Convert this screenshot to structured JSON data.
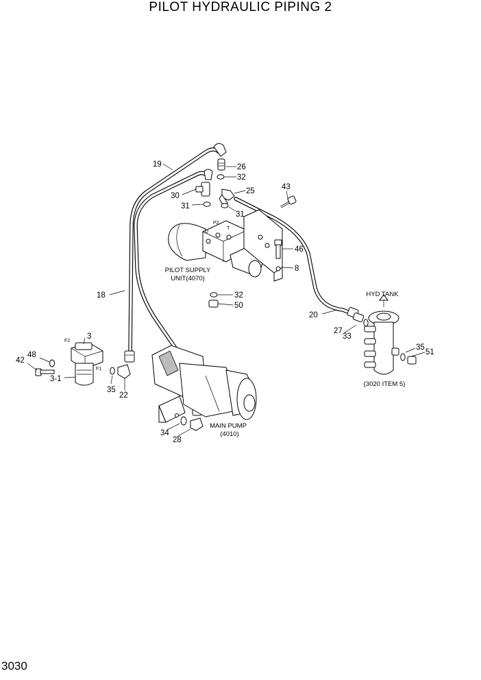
{
  "title": "PILOT HYDRAULIC PIPING 2",
  "page_number": "3030",
  "captions": {
    "pilot_supply_line1": "PILOT SUPPLY",
    "pilot_supply_line2": "UNIT(4070)",
    "hyd_tank": "HYD TANK",
    "tank_ref": "(3020 ITEM 5)",
    "main_pump_line1": "MAIN PUMP",
    "main_pump_line2": "(4010)"
  },
  "port_marks": {
    "u": "U",
    "p2": "P2",
    "t": "T",
    "f1": "F1",
    "f2": "F2"
  },
  "callouts": {
    "c19": "19",
    "c26": "26",
    "c32a": "32",
    "c25": "25",
    "c30": "30",
    "c31a": "31",
    "c31b": "31",
    "c43": "43",
    "c46": "46",
    "c8": "8",
    "c18": "18",
    "c32b": "32",
    "c50": "50",
    "c20": "20",
    "c27": "27",
    "c33": "33",
    "c35a": "35",
    "c51": "51",
    "c3": "3",
    "c48": "48",
    "c42": "42",
    "c3_1": "3-1",
    "c35b": "35",
    "c22": "22",
    "c34": "34",
    "c28": "28"
  }
}
